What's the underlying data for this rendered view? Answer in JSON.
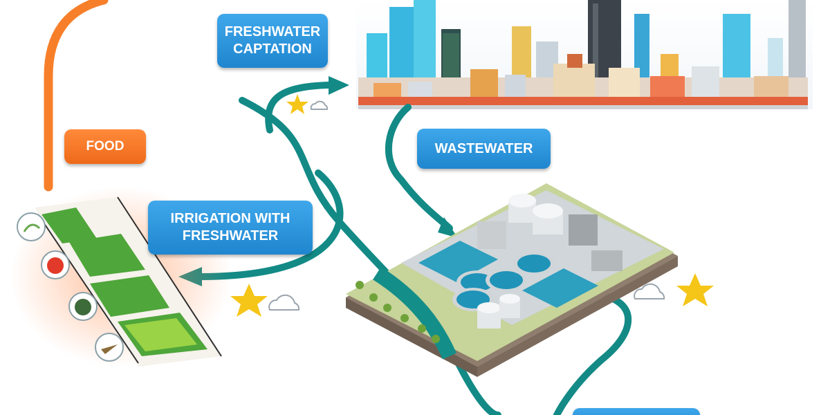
{
  "labels": {
    "freshwater_captation": [
      "FRESHWATER",
      "CAPTATION"
    ],
    "food": "FOOD",
    "wastewater": "WASTEWATER",
    "irrigation": [
      "IRRIGATION WITH",
      "FRESHWATER"
    ],
    "bottom_right": ""
  },
  "colors": {
    "flow_teal": "#138a86",
    "food_orange": "#f77f2a",
    "label_blue": "#2a95dc",
    "label_orange": "#f2732a",
    "star": "#f5c518",
    "cloud_stroke": "#9aa4ad"
  },
  "icons": [
    "star-icon",
    "cloud-icon",
    "arrow-head-icon",
    "city-skyline",
    "wastewater-treatment-plant",
    "crop-field",
    "onion-icon",
    "tomato-icon",
    "cabbage-icon",
    "root-vegetable-icon"
  ]
}
